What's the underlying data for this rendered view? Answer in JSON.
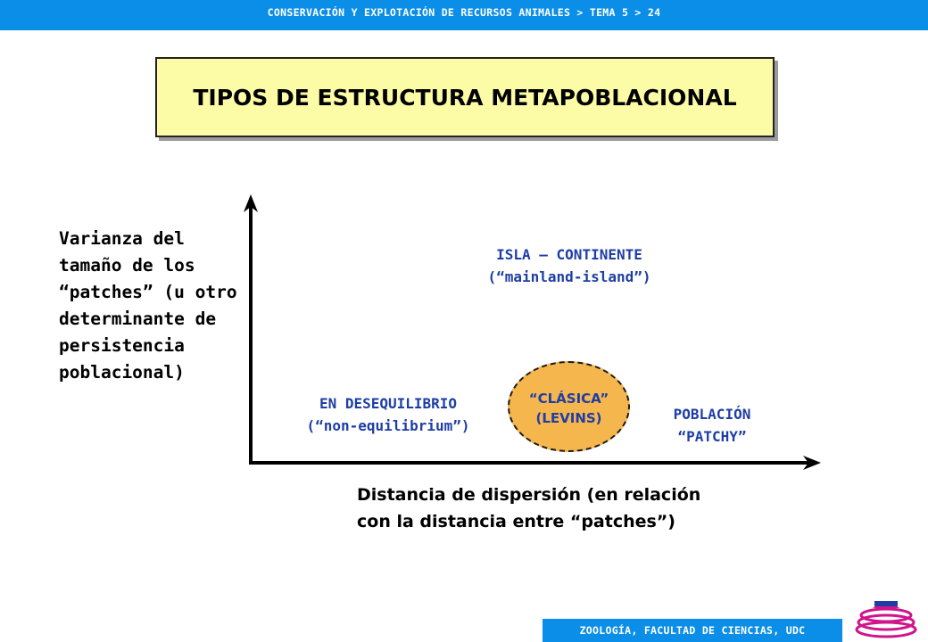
{
  "header": {
    "breadcrumb": "CONSERVACIÓN Y EXPLOTACIÓN DE RECURSOS ANIMALES > TEMA 5 > 24"
  },
  "title": "TIPOS DE ESTRUCTURA METAPOBLACIONAL",
  "diagram": {
    "y_axis_label": "Varianza del\ntamaño de los\n“patches” (u otro\ndeterminante de\npersistencia\npoblacional)",
    "x_axis_label": "Distancia de dispersión (en relación\ncon la distancia entre “patches”)",
    "regions": {
      "isla_continente": "ISLA – CONTINENTE\n(“mainland-island”)",
      "desequilibrio": "EN DESEQUILIBRIO\n(“non-equilibrium”)",
      "clasica": "“CLÁSICA”\n(LEVINS)",
      "patchy": "POBLACIÓN\n“PATCHY”"
    }
  },
  "footer": {
    "text": "ZOOLOGÍA, FACULTAD DE CIENCIAS, UDC"
  },
  "colors": {
    "bar": "#0a8ee8",
    "title_box": "#fdfca6",
    "region_text": "#1e3ea5",
    "ellipse_fill": "#f6b64e",
    "logo": "#d0148a"
  },
  "icons": {
    "logo": "udc-logo"
  }
}
